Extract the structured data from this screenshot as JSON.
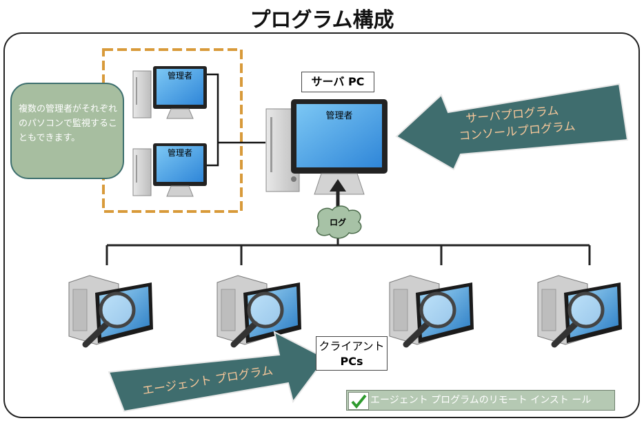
{
  "title": "プログラム構成",
  "server_label": "サーバ PC",
  "server_screen": "管理者",
  "admin_screens": [
    "管理者",
    "管理者"
  ],
  "note_text": "複数の管理者がそれぞれのパソコンで監視することもできます。",
  "log_label": "ログ",
  "server_arrow": {
    "line1": "サーバプログラム",
    "line2": "コンソールプログラム"
  },
  "agent_arrow": "エージェント プログラム",
  "client_label": {
    "line1": "クライアント",
    "line2": "PCs"
  },
  "footer_text": "エージェント プログラムのリモート インスト ール",
  "colors": {
    "arrow_fill": "#3f6d6e",
    "arrow_text": "#f6c79a",
    "dashed_border": "#d89a3a",
    "note_fill": "#a7bea0",
    "cloud_fill": "#a7c2a6",
    "monitor_screen": "#4aa3e8"
  }
}
